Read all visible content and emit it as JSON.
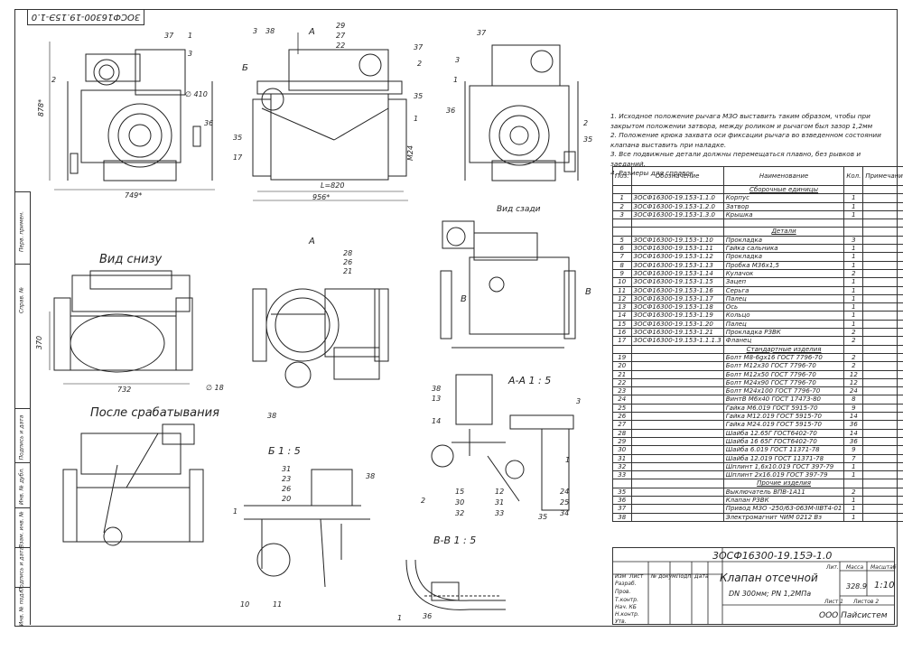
{
  "sheet": {
    "doc_stamp": "3ОСФ16300-19.15Э-1.0",
    "side_strip": [
      "Перв. примен.",
      "Справ. №",
      "Подпись и дата",
      "Инв. № дубл.",
      "Взам. инв. №",
      "Подпись и дата",
      "Инв. № подл."
    ]
  },
  "views": {
    "front_dims": {
      "height": "878*",
      "width": "749*",
      "hole": "∅ 410"
    },
    "side_dims": {
      "length": "L=820",
      "width": "956*",
      "thread": "M24"
    },
    "bottom_title": "Вид снизу",
    "bottom_dims": {
      "h": "370",
      "w": "732",
      "hole": "∅ 18"
    },
    "after_title": "После срабатывания",
    "rear_title": "Вид сзади",
    "section_aa": "А-А  1 : 5",
    "section_b": "Б  1 : 5",
    "section_vv": "В-В  1 : 5",
    "markers": {
      "a": "А",
      "b": "Б",
      "v": "В"
    },
    "callouts_front": [
      "37",
      "1",
      "3",
      "2",
      "36"
    ],
    "callouts_side": [
      "3",
      "38",
      "29",
      "27",
      "22",
      "37",
      "2",
      "35",
      "1",
      "35",
      "17"
    ],
    "callouts_right": [
      "37",
      "3",
      "1",
      "36",
      "2",
      "35"
    ],
    "callouts_middle": [
      "28",
      "26",
      "21",
      "38"
    ],
    "callouts_aa": [
      "38",
      "13",
      "14",
      "3",
      "1",
      "2",
      "15",
      "30",
      "32",
      "12",
      "31",
      "33",
      "24",
      "25",
      "35",
      "34"
    ],
    "callouts_b": [
      "31",
      "23",
      "26",
      "20",
      "38",
      "1",
      "10",
      "11"
    ],
    "callouts_vv": [
      "1",
      "36"
    ]
  },
  "notes": [
    "1. Исходное положение рычага МЗО выставить таким образом, чтобы при закрытом положении затвора, между роликом и рычагом был зазор 1,2мм",
    "2. Положение крюка захвата оси фиксации рычага во взведенном состоянии клапана выставить при наладке.",
    "3. Все подвижные детали должны перемещаться плавно, без рывков и заеданий.",
    "4. Размеры для справок."
  ],
  "spec": {
    "headers": [
      "Поз.",
      "Обозначение",
      "Наименование",
      "Кол.",
      "Примечание"
    ],
    "rows": [
      {
        "sec": "Сборочные единицы"
      },
      {
        "pos": "1",
        "des": "3ОСФ16300-19.153-1.1.0",
        "name": "Корпус",
        "qty": "1"
      },
      {
        "pos": "2",
        "des": "3ОСФ16300-19.153-1.2.0",
        "name": "Затвор",
        "qty": "1"
      },
      {
        "pos": "3",
        "des": "3ОСФ16300-19.153-1.3.0",
        "name": "Крышка",
        "qty": "1"
      },
      {
        "pos": "",
        "des": "",
        "name": "",
        "qty": ""
      },
      {
        "sec": "Детали"
      },
      {
        "pos": "5",
        "des": "3ОСФ16300-19.153-1.10",
        "name": "Прокладка",
        "qty": "3"
      },
      {
        "pos": "6",
        "des": "3ОСФ16300-19.153-1.11",
        "name": "Гайка сальника",
        "qty": "1"
      },
      {
        "pos": "7",
        "des": "3ОСФ16300-19.153-1.12",
        "name": "Прокладка",
        "qty": "1"
      },
      {
        "pos": "8",
        "des": "3ОСФ16300-19.153-1.13",
        "name": "Пробка М36х1,5",
        "qty": "1"
      },
      {
        "pos": "9",
        "des": "3ОСФ16300-19.153-1.14",
        "name": "Кулачок",
        "qty": "2"
      },
      {
        "pos": "10",
        "des": "3ОСФ16300-19.153-1.15",
        "name": "Зацеп",
        "qty": "1"
      },
      {
        "pos": "11",
        "des": "3ОСФ16300-19.153-1.16",
        "name": "Серьга",
        "qty": "1"
      },
      {
        "pos": "12",
        "des": "3ОСФ16300-19.153-1.17",
        "name": "Палец",
        "qty": "1"
      },
      {
        "pos": "13",
        "des": "3ОСФ16300-19.153-1.18",
        "name": "Ось",
        "qty": "1"
      },
      {
        "pos": "14",
        "des": "3ОСФ16300-19.153-1.19",
        "name": "Кольцо",
        "qty": "1"
      },
      {
        "pos": "15",
        "des": "3ОСФ16300-19.153-1.20",
        "name": "Палец",
        "qty": "1"
      },
      {
        "pos": "16",
        "des": "3ОСФ16300-19.153-1.21",
        "name": "Прокладка РЗВК",
        "qty": "2"
      },
      {
        "pos": "17",
        "des": "3ОСФ16300-19.153-1.1.1.3",
        "name": "Фланец",
        "qty": "2"
      },
      {
        "sec": "Стандартные изделия"
      },
      {
        "pos": "19",
        "des": "",
        "name": "Болт М8-6gx16 ГОСТ 7796-70",
        "qty": "2"
      },
      {
        "pos": "20",
        "des": "",
        "name": "Болт М12х30 ГОСТ 7796-70",
        "qty": "2"
      },
      {
        "pos": "21",
        "des": "",
        "name": "Болт М12х50 ГОСТ 7796-70",
        "qty": "12"
      },
      {
        "pos": "22",
        "des": "",
        "name": "Болт М24х90 ГОСТ 7796-70",
        "qty": "12"
      },
      {
        "pos": "23",
        "des": "",
        "name": "Болт М24х100 ГОСТ 7796-70",
        "qty": "24"
      },
      {
        "pos": "24",
        "des": "",
        "name": "ВинтВ М6х40 ГОСТ 17473-80",
        "qty": "8"
      },
      {
        "pos": "25",
        "des": "",
        "name": "Гайка М6.019  ГОСТ 5915-70",
        "qty": "9"
      },
      {
        "pos": "26",
        "des": "",
        "name": "Гайка М12.019  ГОСТ 5915-70",
        "qty": "14"
      },
      {
        "pos": "27",
        "des": "",
        "name": "Гайка М24.019  ГОСТ 5915-70",
        "qty": "36"
      },
      {
        "pos": "28",
        "des": "",
        "name": "Шайба 12.65Г ГОСТ6402-70",
        "qty": "14"
      },
      {
        "pos": "29",
        "des": "",
        "name": "Шайба 16 65Г ГОСТ6402-70",
        "qty": "36"
      },
      {
        "pos": "30",
        "des": "",
        "name": "Шайба 6.019 ГОСТ 11371-78",
        "qty": "9"
      },
      {
        "pos": "31",
        "des": "",
        "name": "Шайба 12.019 ГОСТ 11371-78",
        "qty": "7"
      },
      {
        "pos": "32",
        "des": "",
        "name": "Шплинт 1,6х10.019 ГОСТ 397-79",
        "qty": "1"
      },
      {
        "pos": "33",
        "des": "",
        "name": "Шплинт 2х16.019 ГОСТ 397-79",
        "qty": "1"
      },
      {
        "sec": "Прочие изделия"
      },
      {
        "pos": "35",
        "des": "",
        "name": "Выключатель  ВПВ-1А11",
        "qty": "2"
      },
      {
        "pos": "36",
        "des": "",
        "name": "Клапан  РЗВК",
        "qty": "1"
      },
      {
        "pos": "37",
        "des": "",
        "name": "Привод МЗО -250/63-063М-IIBT4-01",
        "qty": "1"
      },
      {
        "pos": "38",
        "des": "",
        "name": "Электромагнит  ЧИМ 0212 Вз",
        "qty": "1"
      }
    ]
  },
  "title_block": {
    "doc": "3ОСФ16300-19.15Э-1.0",
    "title": "Клапан отсечной",
    "subtitle": "DN 300мм; PN 1,2МПа",
    "org": "ООО Пайсистем",
    "col_heads": [
      "Изм",
      "Лист",
      "№ докум.",
      "Подп.",
      "Дата"
    ],
    "roles": [
      "Разраб.",
      "Пров.",
      "Т.контр.",
      "Нач. КБ",
      "Н.контр.",
      "Утв."
    ],
    "lit": "Лит.",
    "mass_label": "Масса",
    "scale_label": "Масштаб",
    "mass": "328.9",
    "scale": "1:10",
    "sheet": "Лист  1",
    "sheets": "Листов  2"
  }
}
